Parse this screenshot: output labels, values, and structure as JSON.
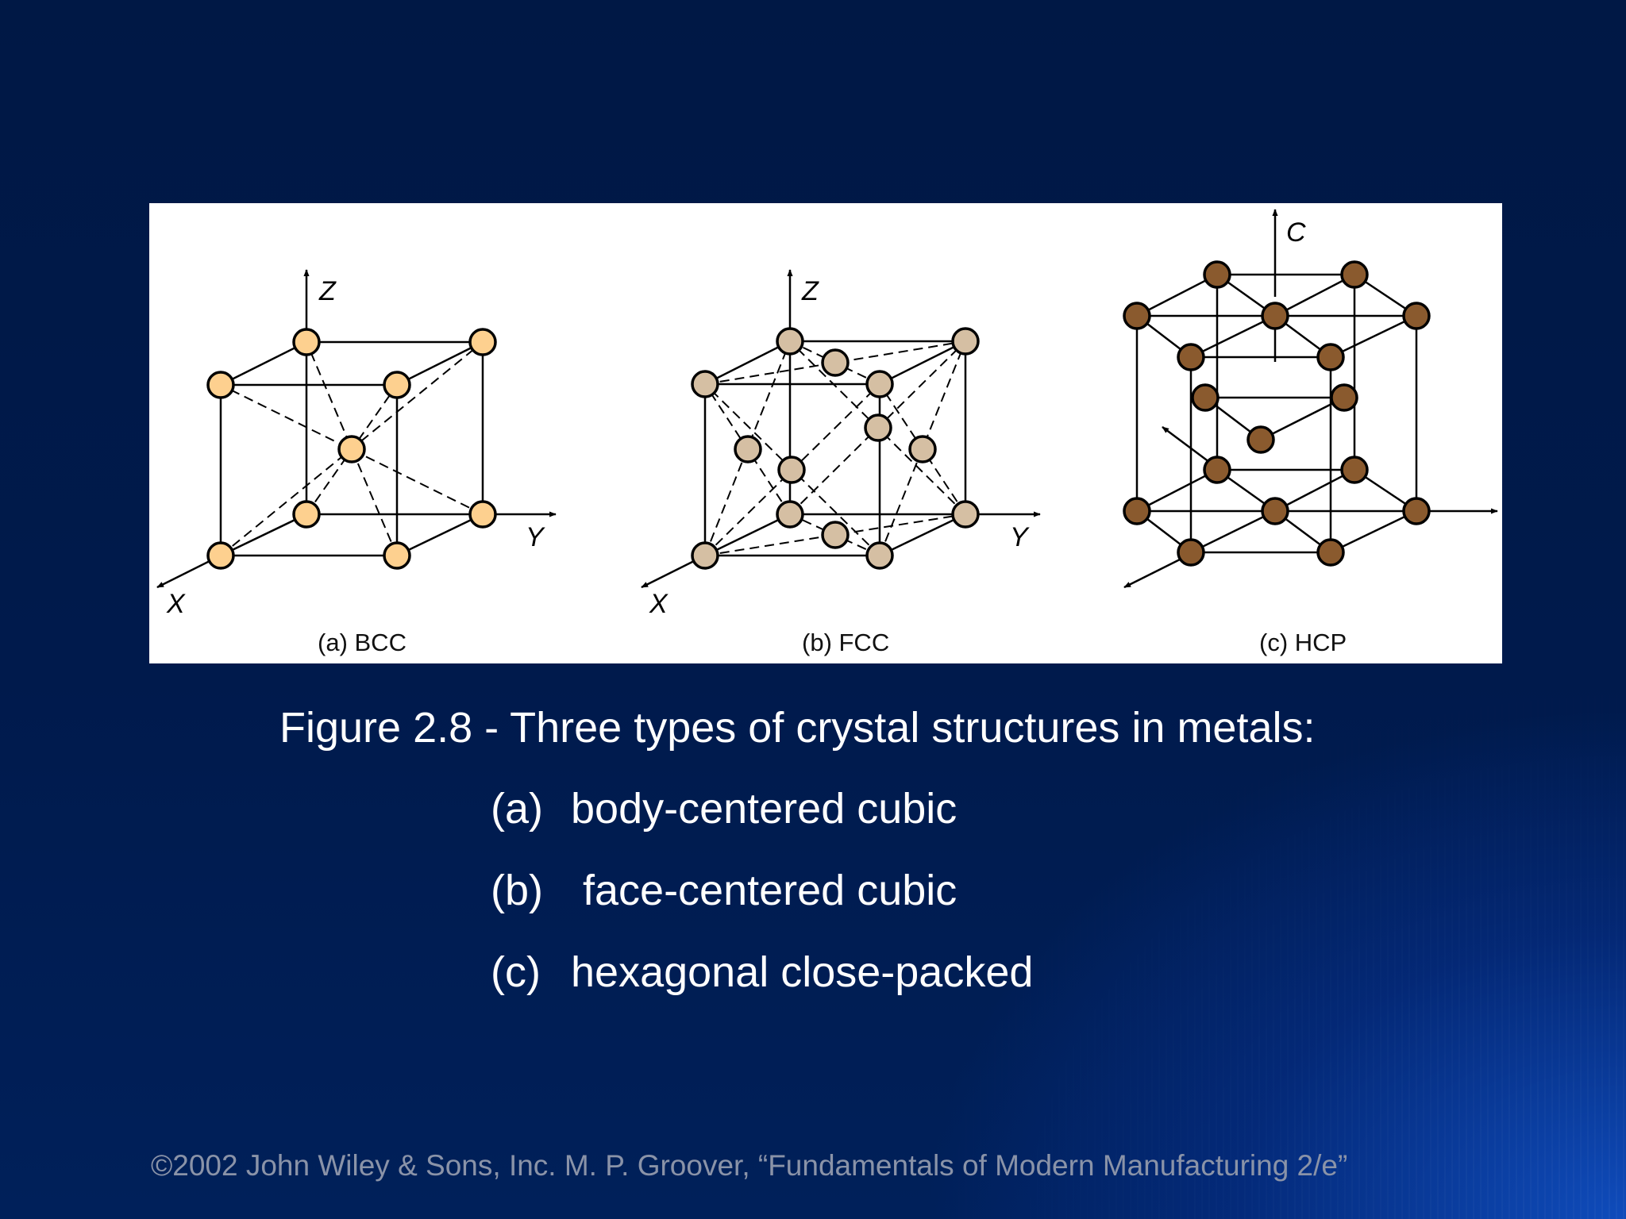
{
  "figure": {
    "panels": [
      {
        "id": "bcc",
        "caption": "(a) BCC",
        "axis_labels": [
          "Z",
          "Y",
          "X"
        ],
        "atom_color": "#fdd08f"
      },
      {
        "id": "fcc",
        "caption": "(b) FCC",
        "axis_labels": [
          "Z",
          "Y",
          "X"
        ],
        "atom_color": "#d5bfa3"
      },
      {
        "id": "hcp",
        "caption": "(c) HCP",
        "axis_labels": [
          "C"
        ],
        "atom_color": "#8a5a2e"
      }
    ]
  },
  "caption": {
    "title": "Figure 2.8 - Three types of crystal structures in metals:",
    "items": [
      {
        "label": "(a)",
        "text": "body-centered cubic"
      },
      {
        "label": "(b)",
        "text": " face-centered cubic"
      },
      {
        "label": "(c)",
        "text": "hexagonal close-packed"
      }
    ]
  },
  "footer": {
    "credit": "©2002 John Wiley & Sons, Inc.  M. P. Groover, “Fundamentals of Modern Manufacturing 2/e”"
  },
  "colors": {
    "background": "#001a4a",
    "text": "#ffffff",
    "footer_text": "#8a93a8",
    "figure_background": "#ffffff"
  }
}
